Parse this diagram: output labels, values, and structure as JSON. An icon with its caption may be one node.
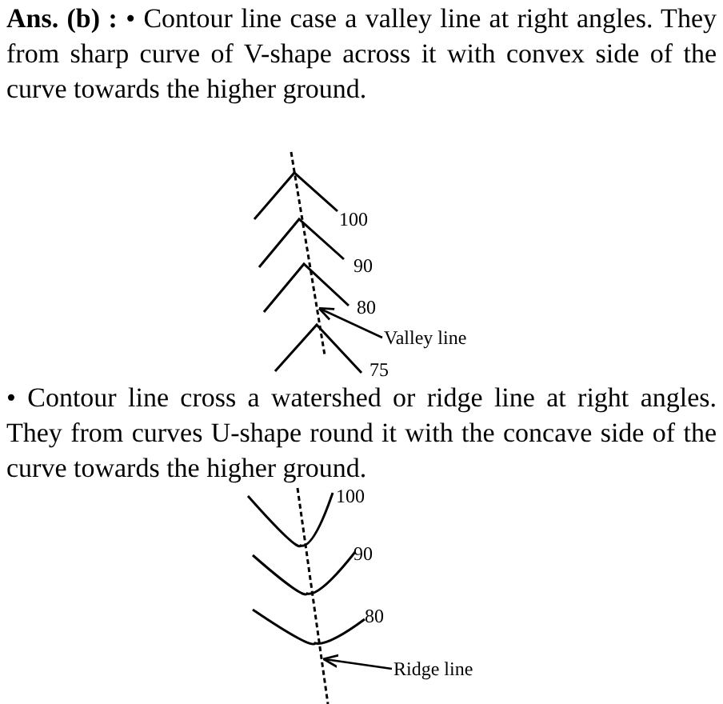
{
  "diagram": {
    "nodes": [
      {
        "text": [
          "Valley line"
        ]
      },
      {
        "text": [],
        "shape": "line"
      },
      {
        "text": [
          "Ridge line"
        ]
      },
      {
        "text": [],
        "shape": "line"
      }
    ],
    "edges": [
      {
        "from": 0,
        "to": 1,
        "arrow": "to"
      },
      {
        "from": 2,
        "to": 3,
        "arrow": "to"
      }
    ],
    "labels": [
      "**Ans. (b) :** • Contour line case a valley line at right angles. They from sharp curve of V-shape across it with convex side of the curve towards the higher ground.",
      "100",
      "90",
      "80",
      "75",
      "• Contour line cross a watershed or ridge line at right angles. They from curves U-shape round it with the concave side of the curve towards the higher ground.",
      "100",
      "90",
      "80"
    ]
  }
}
